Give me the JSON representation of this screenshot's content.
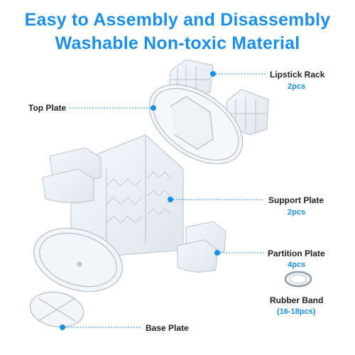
{
  "header": {
    "line1": "Easy to Assembly and Disassembly",
    "line2": "Washable Non-toxic Material"
  },
  "parts": {
    "lipstick_rack": {
      "label": "Lipstick Rack",
      "count": "2pcs"
    },
    "top_plate": {
      "label": "Top Plate"
    },
    "support_plate": {
      "label": "Support Plate",
      "count": "2pcs"
    },
    "partition_plate": {
      "label": "Partition Plate",
      "count": "4pcs"
    },
    "rubber_band": {
      "label": "Rubber Band",
      "count": "(16-18pcs)"
    },
    "base_plate": {
      "label": "Base Plate"
    }
  },
  "colors": {
    "accent": "#1a8fe3",
    "label": "#222222",
    "leader": "#1a8fe3"
  }
}
